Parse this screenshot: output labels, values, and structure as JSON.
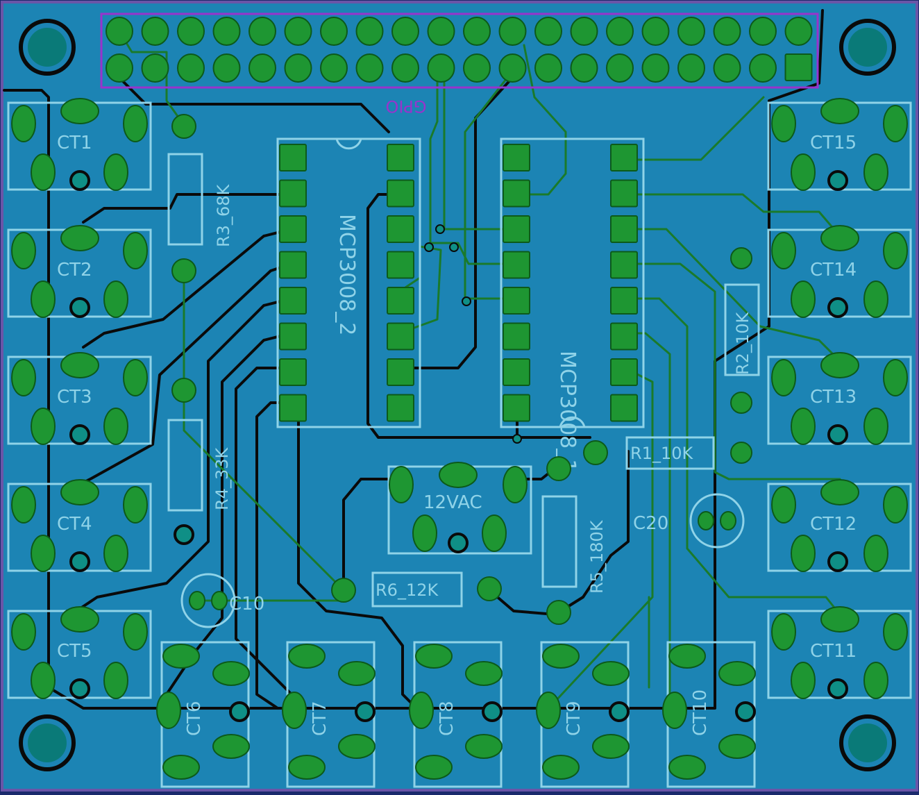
{
  "colors": {
    "board_bg": "#1c84b4",
    "board_edge": "#6a55a8",
    "pad_fill": "#1e9632",
    "pad_stroke": "#0c5a1a",
    "silk": "#8fd3e8",
    "trace_top": "#1a7a2a",
    "trace_bottom": "#0a0a0a",
    "header_outline": "#9933cc",
    "via": "#0f8f86",
    "mount_hole": "#0a7a78",
    "label_purple": "#9933cc",
    "resistor_outline": "#d8a020"
  },
  "labels": {
    "gpio": "GPIO",
    "ct": [
      "CT1",
      "CT2",
      "CT3",
      "CT4",
      "CT5",
      "CT6",
      "CT7",
      "CT8",
      "CT9",
      "CT10",
      "CT11",
      "CT12",
      "CT13",
      "CT14",
      "CT15"
    ],
    "mcp1": "MCP3008_1",
    "mcp2": "MCP3008_2",
    "r1": "R1_10K",
    "r2": "R2_10K",
    "r3": "R3_68K",
    "r4": "R4_33K",
    "r5": "R5_180K",
    "r6": "R6_12K",
    "c10": "C10",
    "c20": "C20",
    "vac": "12VAC"
  }
}
